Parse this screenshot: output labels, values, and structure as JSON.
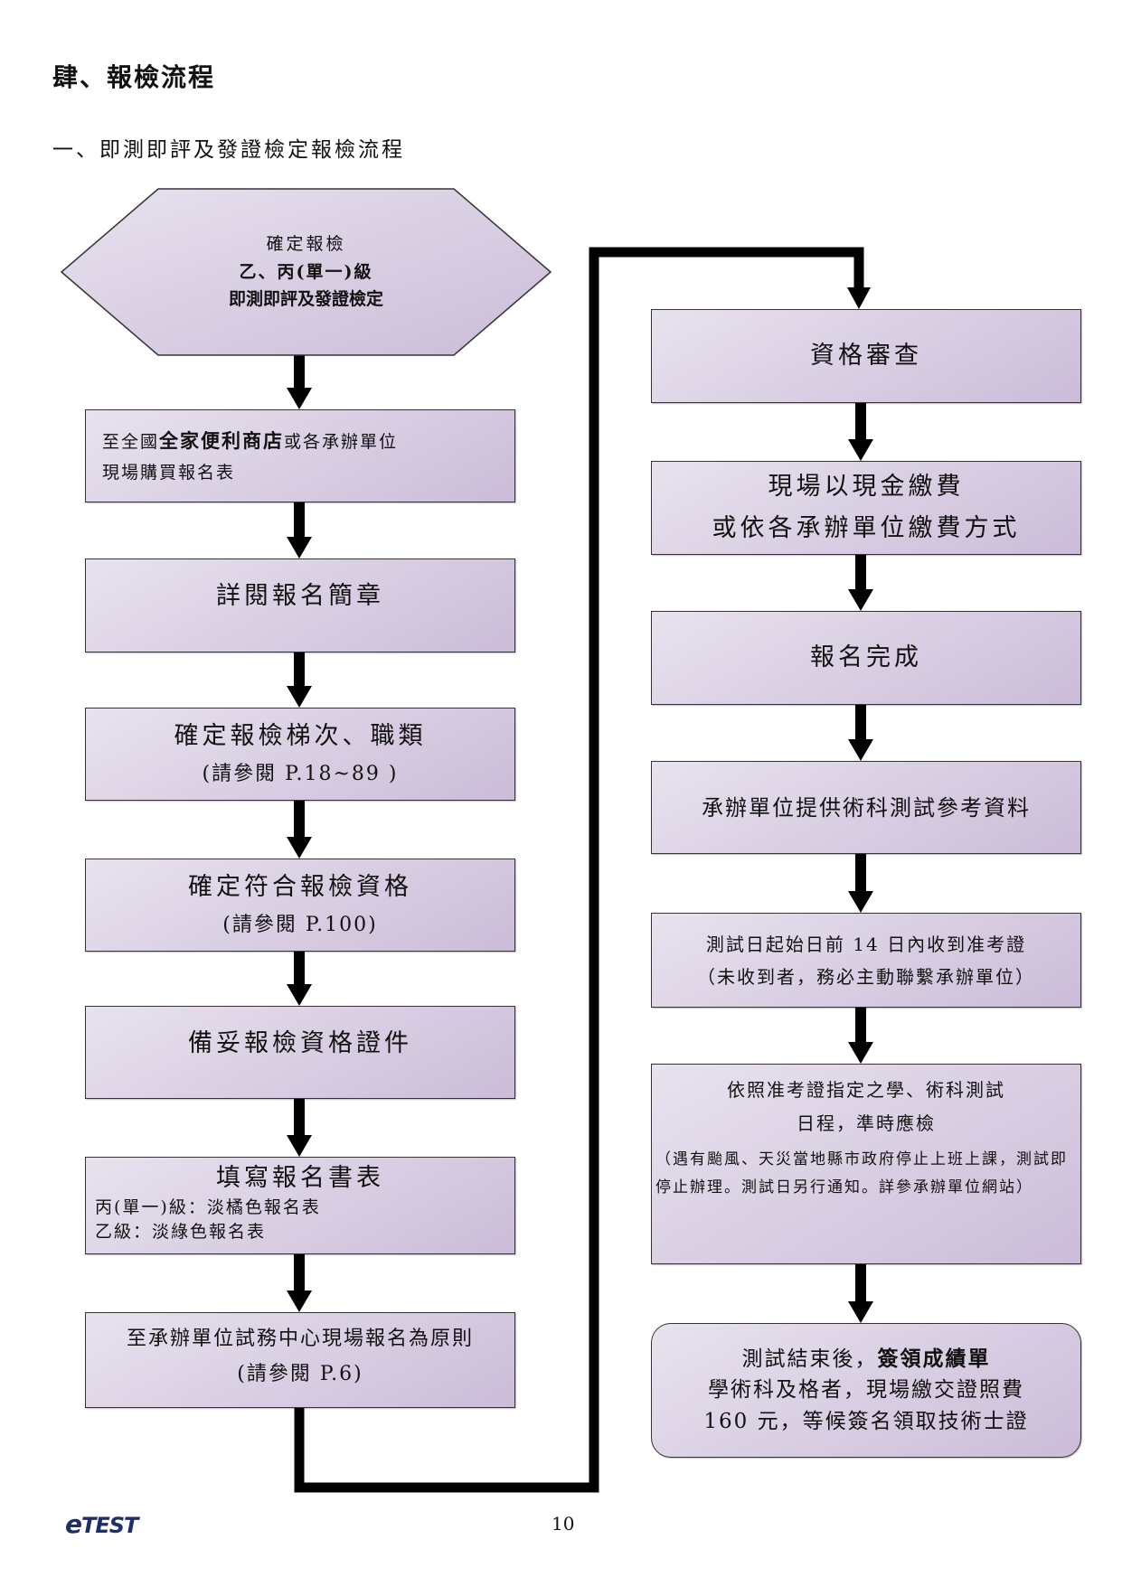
{
  "page": {
    "section_title": "肆、報檢流程",
    "subsection_title": "一、即測即評及發證檢定報檢流程",
    "page_number": "10",
    "logo_text": {
      "e": "e",
      "rest": "TEST"
    }
  },
  "colors": {
    "box_fill_light": "#e8e2ee",
    "box_fill_dark": "#cbbcd8",
    "arrow": "#000000",
    "logo": "#1d2e6b",
    "logo_accent": "#e8781e"
  },
  "flow": {
    "start": {
      "line1": "確定報檢",
      "line2": "乙、丙(單一)級",
      "line3": "即測即評及發證檢定"
    },
    "left": [
      {
        "pre": "至全國",
        "bold": "全家便利商店",
        "post": "或各承辦單位",
        "line2": "現場購買報名表"
      },
      {
        "line1": "詳閱報名簡章"
      },
      {
        "line1": "確定報檢梯次、職類",
        "line2": "(請參閱 P.18~89 )"
      },
      {
        "line1": "確定符合報檢資格",
        "line2": "(請參閱 P.100)"
      },
      {
        "line1": "備妥報檢資格證件"
      },
      {
        "line1": "填寫報名書表",
        "line2": "丙(單一)級：淡橘色報名表",
        "line3": "乙級：淡綠色報名表"
      },
      {
        "line1": "至承辦單位試務中心現場報名為原則",
        "line2": "(請參閱 P.6)"
      }
    ],
    "right": [
      {
        "line1": "資格審查"
      },
      {
        "line1": "現場以現金繳費",
        "line2": "或依各承辦單位繳費方式"
      },
      {
        "line1": "報名完成"
      },
      {
        "line1": "承辦單位提供術科測試參考資料"
      },
      {
        "line1": "測試日起始日前 14 日內收到准考證",
        "line2": "（未收到者，務必主動聯繫承辦單位）"
      },
      {
        "line1": "依照准考證指定之學、術科測試",
        "line2": "日程，準時應檢",
        "note": "（遇有颱風、天災當地縣市政府停止上班上課，測試即停止辦理。測試日另行通知。詳參承辦單位網站）"
      },
      {
        "pre": "測試結束後，",
        "bold": "簽領成績單",
        "line2": "學術科及格者，現場繳交證照費",
        "line3": "160 元，等候簽名領取技術士證"
      }
    ]
  }
}
